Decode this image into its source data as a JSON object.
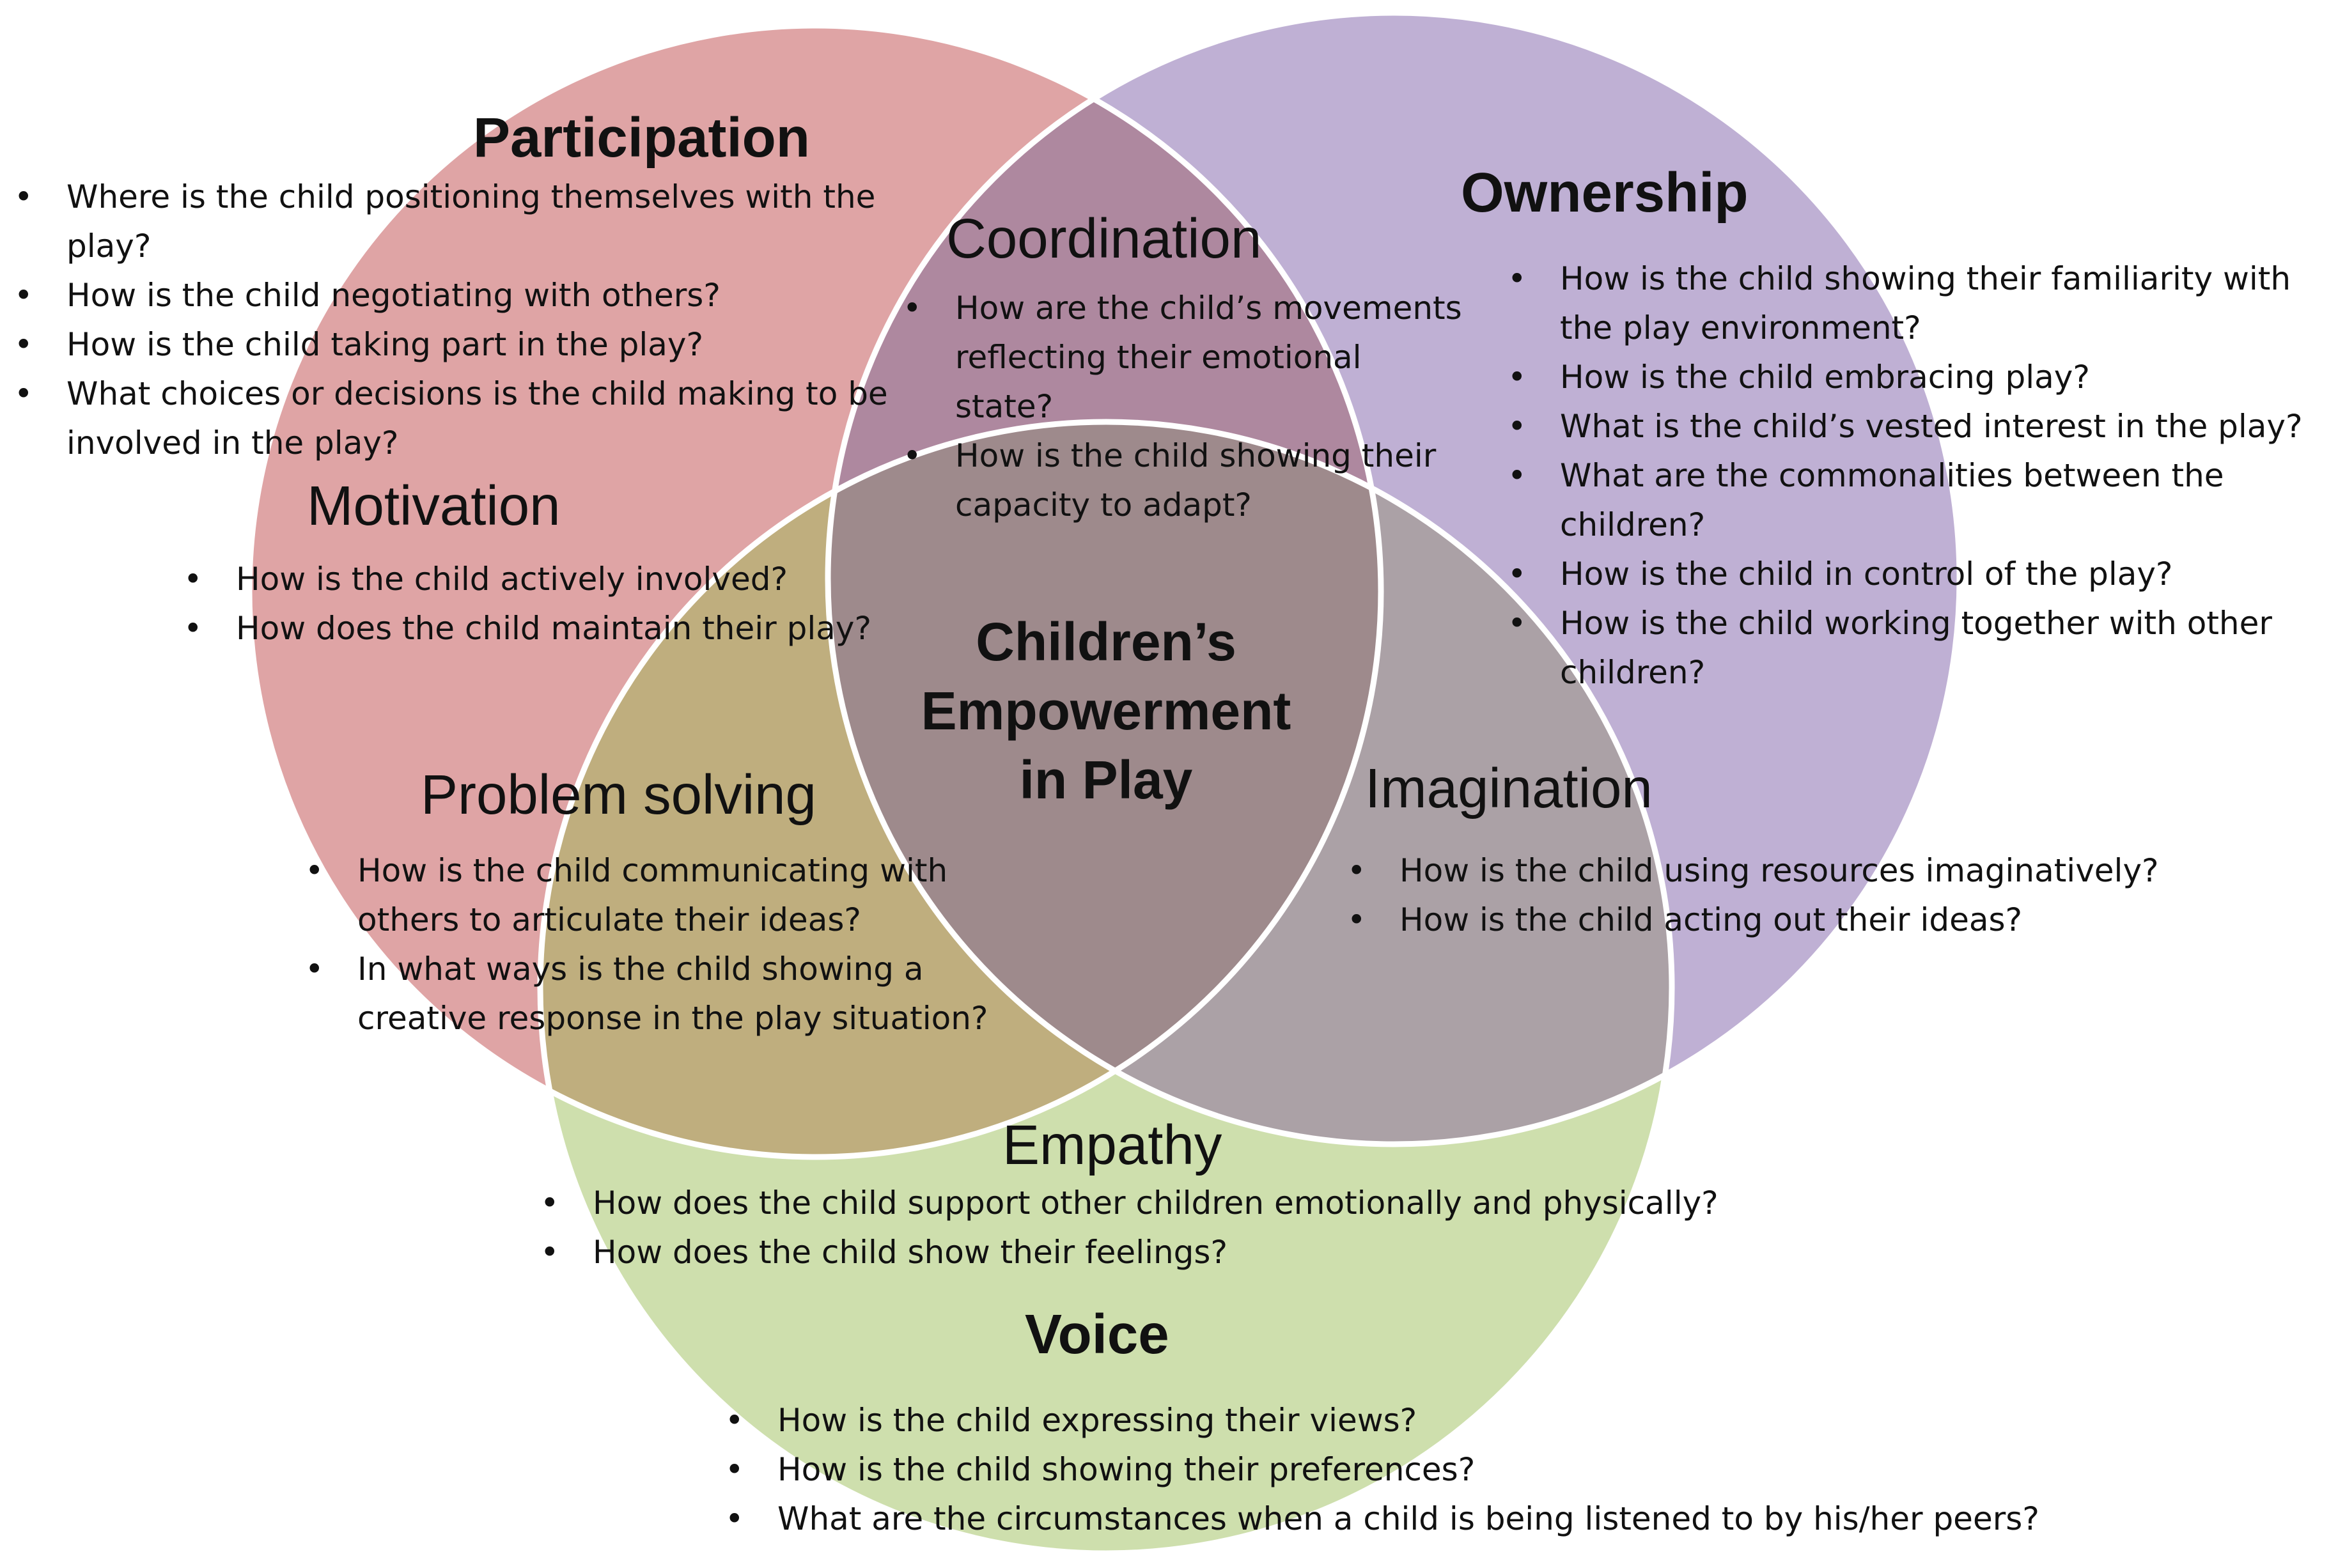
{
  "center_title": [
    "Children’s",
    "Empowerment",
    "in Play"
  ],
  "circles": [
    {
      "key": "participation",
      "color": "#d88a8c"
    },
    {
      "key": "ownership",
      "color": "#a990c4"
    },
    {
      "key": "voice",
      "color": "#bcd596"
    }
  ],
  "sections": {
    "participation": {
      "title": "Participation",
      "items": [
        "Where is the child positioning themselves with the play?",
        "How is the child negotiating with others?",
        "How is the child taking part in the play?",
        "What choices or decisions is the child making to be involved in the play?"
      ]
    },
    "ownership": {
      "title": "Ownership",
      "items": [
        "How is the child showing their familiarity with the play environment?",
        "How is the child embracing play?",
        "What is the child’s vested interest in the play?",
        "What are the commonalities between the children?",
        "How is the child in control of the play?",
        "How is the child working together with other children?"
      ]
    },
    "coordination": {
      "title": "Coordination",
      "items": [
        "How are the child’s movements reflecting their emotional state?",
        "How is the child showing their capacity to adapt?"
      ]
    },
    "motivation": {
      "title": "Motivation",
      "items": [
        "How is the child actively involved?",
        "How does the child maintain their play?"
      ]
    },
    "problem_solving": {
      "title": "Problem solving",
      "items": [
        "How is the child communicating with others to articulate their ideas?",
        "In what ways is the child showing a creative response in the play situation?"
      ]
    },
    "imagination": {
      "title": "Imagination",
      "items": [
        "How is the child using resources imaginatively?",
        "How is the child acting out their ideas?"
      ]
    },
    "empathy": {
      "title": "Empathy",
      "items": [
        "How does the child support other children emotionally and physically?",
        "How does the child show their feelings?"
      ]
    },
    "voice": {
      "title": "Voice",
      "items": [
        "How is the child expressing their views?",
        "How is the child showing their preferences?",
        "What are the circumstances when a child is being listened to  by his/her peers?"
      ]
    }
  }
}
